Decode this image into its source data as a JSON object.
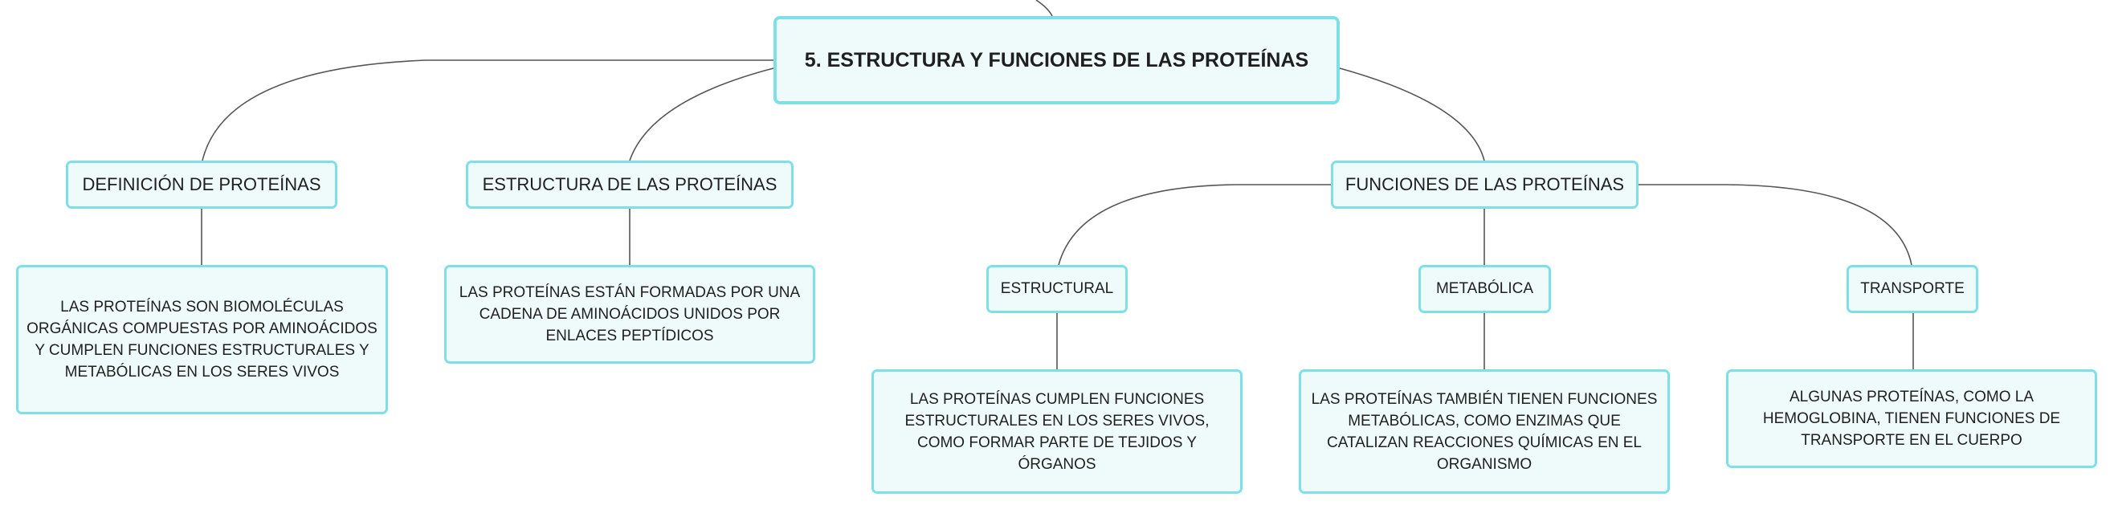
{
  "root": {
    "label": "5. ESTRUCTURA Y FUNCIONES DE LAS PROTEÍNAS"
  },
  "topics": {
    "definicion": {
      "label": "DEFINICIÓN DE PROTEÍNAS",
      "detail": "LAS PROTEÍNAS SON BIOMOLÉCULAS ORGÁNICAS COMPUESTAS POR AMINOÁCIDOS Y CUMPLEN FUNCIONES ESTRUCTURALES Y METABÓLICAS EN LOS SERES VIVOS"
    },
    "estructura": {
      "label": "ESTRUCTURA DE LAS PROTEÍNAS",
      "detail": "LAS PROTEÍNAS ESTÁN FORMADAS POR UNA CADENA DE AMINOÁCIDOS UNIDOS POR ENLACES PEPTÍDICOS"
    },
    "funciones": {
      "label": "FUNCIONES DE LAS PROTEÍNAS",
      "children": {
        "estructural": {
          "label": "ESTRUCTURAL",
          "detail": "LAS PROTEÍNAS CUMPLEN FUNCIONES ESTRUCTURALES EN LOS SERES VIVOS, COMO FORMAR PARTE DE TEJIDOS Y ÓRGANOS"
        },
        "metabolica": {
          "label": "METABÓLICA",
          "detail": "LAS PROTEÍNAS TAMBIÉN TIENEN FUNCIONES METABÓLICAS, COMO ENZIMAS QUE CATALIZAN REACCIONES QUÍMICAS EN EL ORGANISMO"
        },
        "transporte": {
          "label": "TRANSPORTE",
          "detail": "ALGUNAS PROTEÍNAS, COMO LA HEMOGLOBINA, TIENEN FUNCIONES DE TRANSPORTE EN EL CUERPO"
        }
      }
    }
  },
  "colors": {
    "node_border": "#7ee0e6",
    "node_fill": "#effbfb",
    "connector": "#555555",
    "text": "#1f1f1f"
  }
}
